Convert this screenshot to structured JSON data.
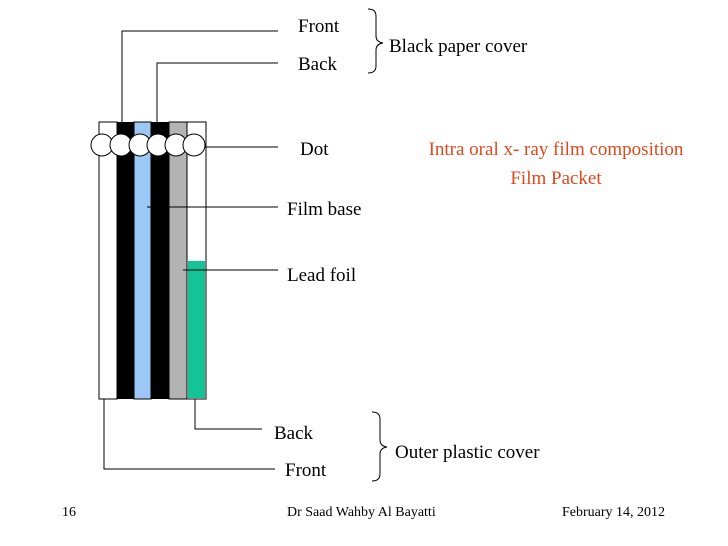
{
  "labels": {
    "black_front": "Front",
    "black_back": "Back",
    "black_group": "Black paper cover",
    "dot": "Dot",
    "film_base": "Film base",
    "lead_foil": "Lead foil",
    "plastic_back": "Back",
    "plastic_front": "Front",
    "plastic_group": "Outer plastic cover"
  },
  "title": {
    "line1": "Intra oral x- ray film composition",
    "line2": "Film Packet"
  },
  "footer": {
    "slide_number": "16",
    "author": "Dr Saad Wahby Al Bayatti",
    "date": "February 14, 2012"
  },
  "colors": {
    "title": "#e0481c",
    "black_paper": "#000000",
    "film_base": "#9cc8f5",
    "grey_layer": "#b3b3b3",
    "lead_foil": "#14c496",
    "plastic": "#ffffff",
    "line": "#000000"
  }
}
